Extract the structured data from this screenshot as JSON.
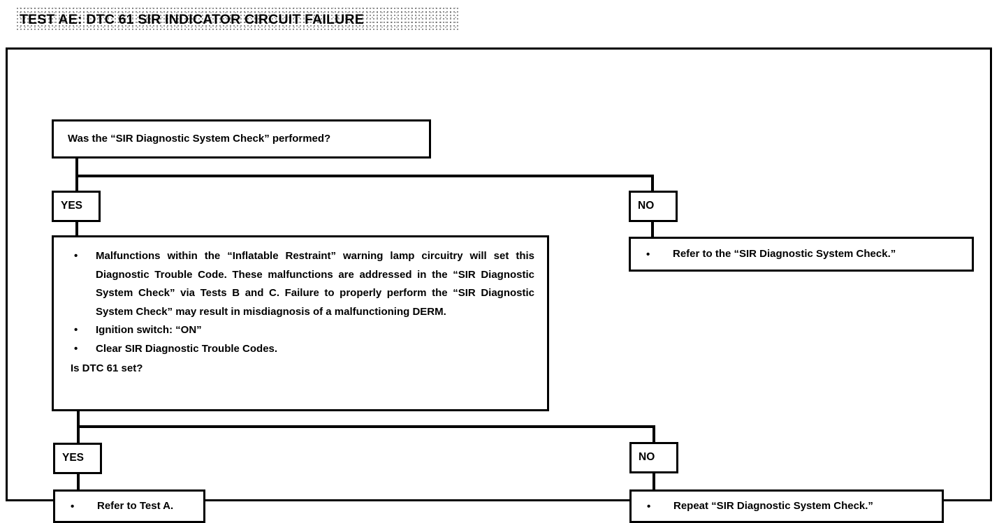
{
  "title": {
    "text": "TEST AE:  DTC 61 SIR INDICATOR CIRCUIT FAILURE"
  },
  "flowchart": {
    "question_1": "Was the “SIR Diagnostic System Check” performed?",
    "branch_1": {
      "yes_label": "YES",
      "no_label": "NO"
    },
    "branch_2": {
      "yes_label": "YES",
      "no_label": "NO"
    },
    "main_box": {
      "bullets": [
        "Malfunctions within the “Inflatable Restraint” warning lamp circuitry will set this Diagnostic Trouble Code. These malfunctions are addressed in the “SIR Diagnostic System Check” via Tests B and C. Failure to properly perform the “SIR Diagnostic System Check” may result in misdiagnosis of a malfunctioning DERM.",
        "Ignition switch:  “ON”",
        "Clear SIR Diagnostic Trouble Codes."
      ],
      "question": "Is DTC 61 set?"
    },
    "actions": {
      "refer_check": "Refer to the “SIR Diagnostic System Check.”",
      "refer_test_a": "Refer to Test A.",
      "repeat_check": "Repeat “SIR Diagnostic System Check.”",
      "bullet_glyph": "•"
    }
  },
  "colors": {
    "ink": "#000000",
    "paper": "#ffffff"
  }
}
